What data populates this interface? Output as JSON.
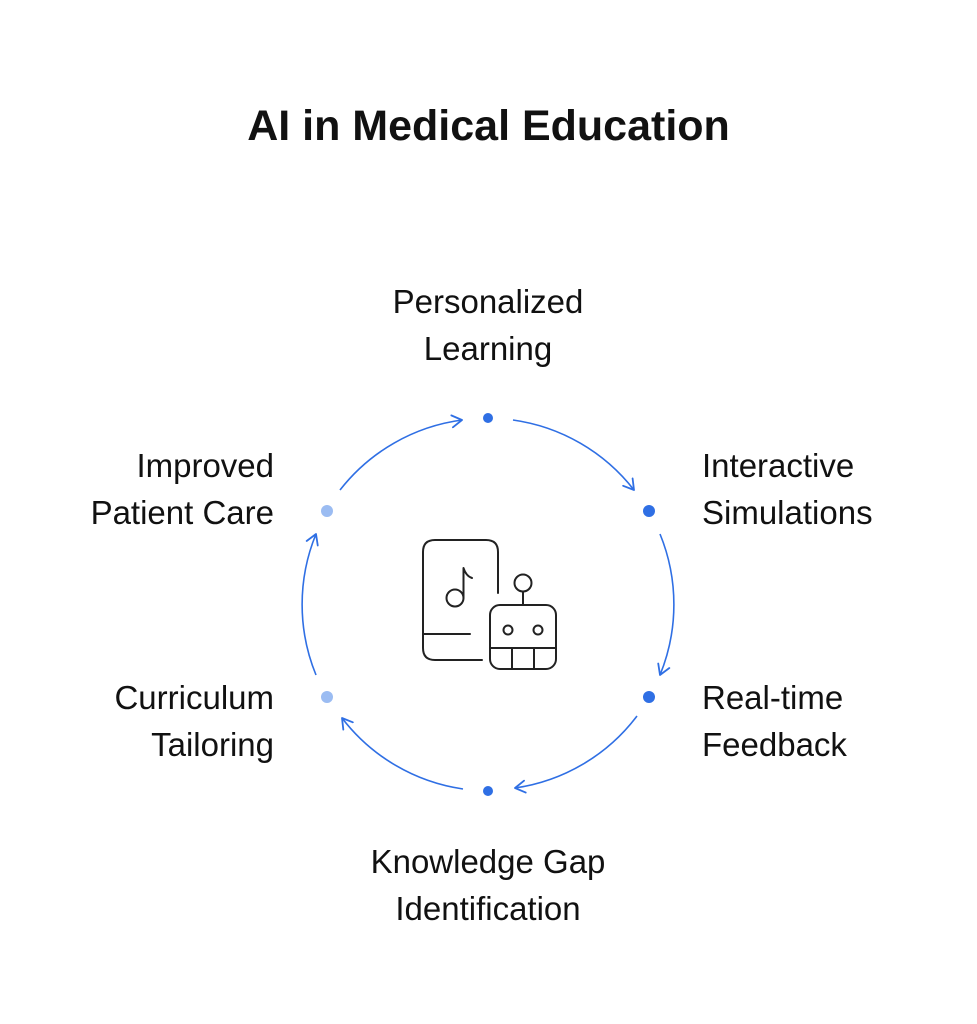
{
  "title": "AI in Medical Education",
  "colors": {
    "accent": "#2f6fe4",
    "accent_light": "#9bbcf2",
    "text": "#111111",
    "icon_stroke": "#222222"
  },
  "center_icon": "phone-and-robot-icon",
  "steps": [
    {
      "lines": [
        "Personalized",
        "Learning"
      ]
    },
    {
      "lines": [
        "Interactive",
        "Simulations"
      ]
    },
    {
      "lines": [
        "Real-time",
        "Feedback"
      ]
    },
    {
      "lines": [
        "Knowledge Gap",
        "Identification"
      ]
    },
    {
      "lines": [
        "Curriculum",
        "Tailoring"
      ]
    },
    {
      "lines": [
        "Improved",
        "Patient Care"
      ]
    }
  ]
}
